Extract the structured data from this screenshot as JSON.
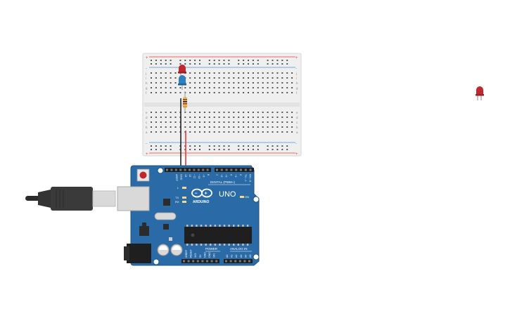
{
  "colors": {
    "board": "#2a6aa6",
    "board_edge": "#1e5585",
    "breadboard": "#efefef",
    "breadboard_edge": "#d7d7d7",
    "rail_red": "#e53c3c",
    "rail_blue": "#4a90d9",
    "wire_red": "#e53935",
    "wire_black": "#222222",
    "led_red": "#c0282e",
    "led_blue": "#2d7fc0",
    "resistor": "#e2b463",
    "usb_plug": "#3a3a3a",
    "usb_port": "#d9d9d9"
  },
  "arduino": {
    "logo_text": "ARDUINO",
    "model": "UNO",
    "digital_label": "DIGITAL (PWM~)",
    "power_label": "POWER",
    "analog_label": "ANALOG IN",
    "aref": "AREF",
    "gnd": "GND",
    "tx_label": "TX",
    "rx_label": "RX",
    "l_label": "L",
    "on_label": "ON",
    "ioref": "IOREF",
    "reset": "RESET",
    "v33": "3V3",
    "v5": "5V",
    "gnd2": "GND",
    "vin": "VIN",
    "a0": "A0",
    "a1": "A1",
    "a2": "A2",
    "a3": "A3",
    "a4": "A4",
    "a5": "A5",
    "tx_pin": "TX→1",
    "rx_pin": "RX←0",
    "d13": "13",
    "d12": "12",
    "d11": "~11",
    "d10": "~10",
    "d9": "~9",
    "d8": "8",
    "d7": "7",
    "d6": "~6",
    "d5": "~5",
    "d4": "4",
    "d3": "~3",
    "d2": "2"
  },
  "breadboard": {
    "row_letters_top": [
      "j",
      "i",
      "h",
      "g",
      "f"
    ],
    "row_letters_bottom": [
      "e",
      "d",
      "c",
      "b",
      "a"
    ],
    "column_count": 30,
    "plus_sign": "+",
    "minus_sign": "-"
  }
}
